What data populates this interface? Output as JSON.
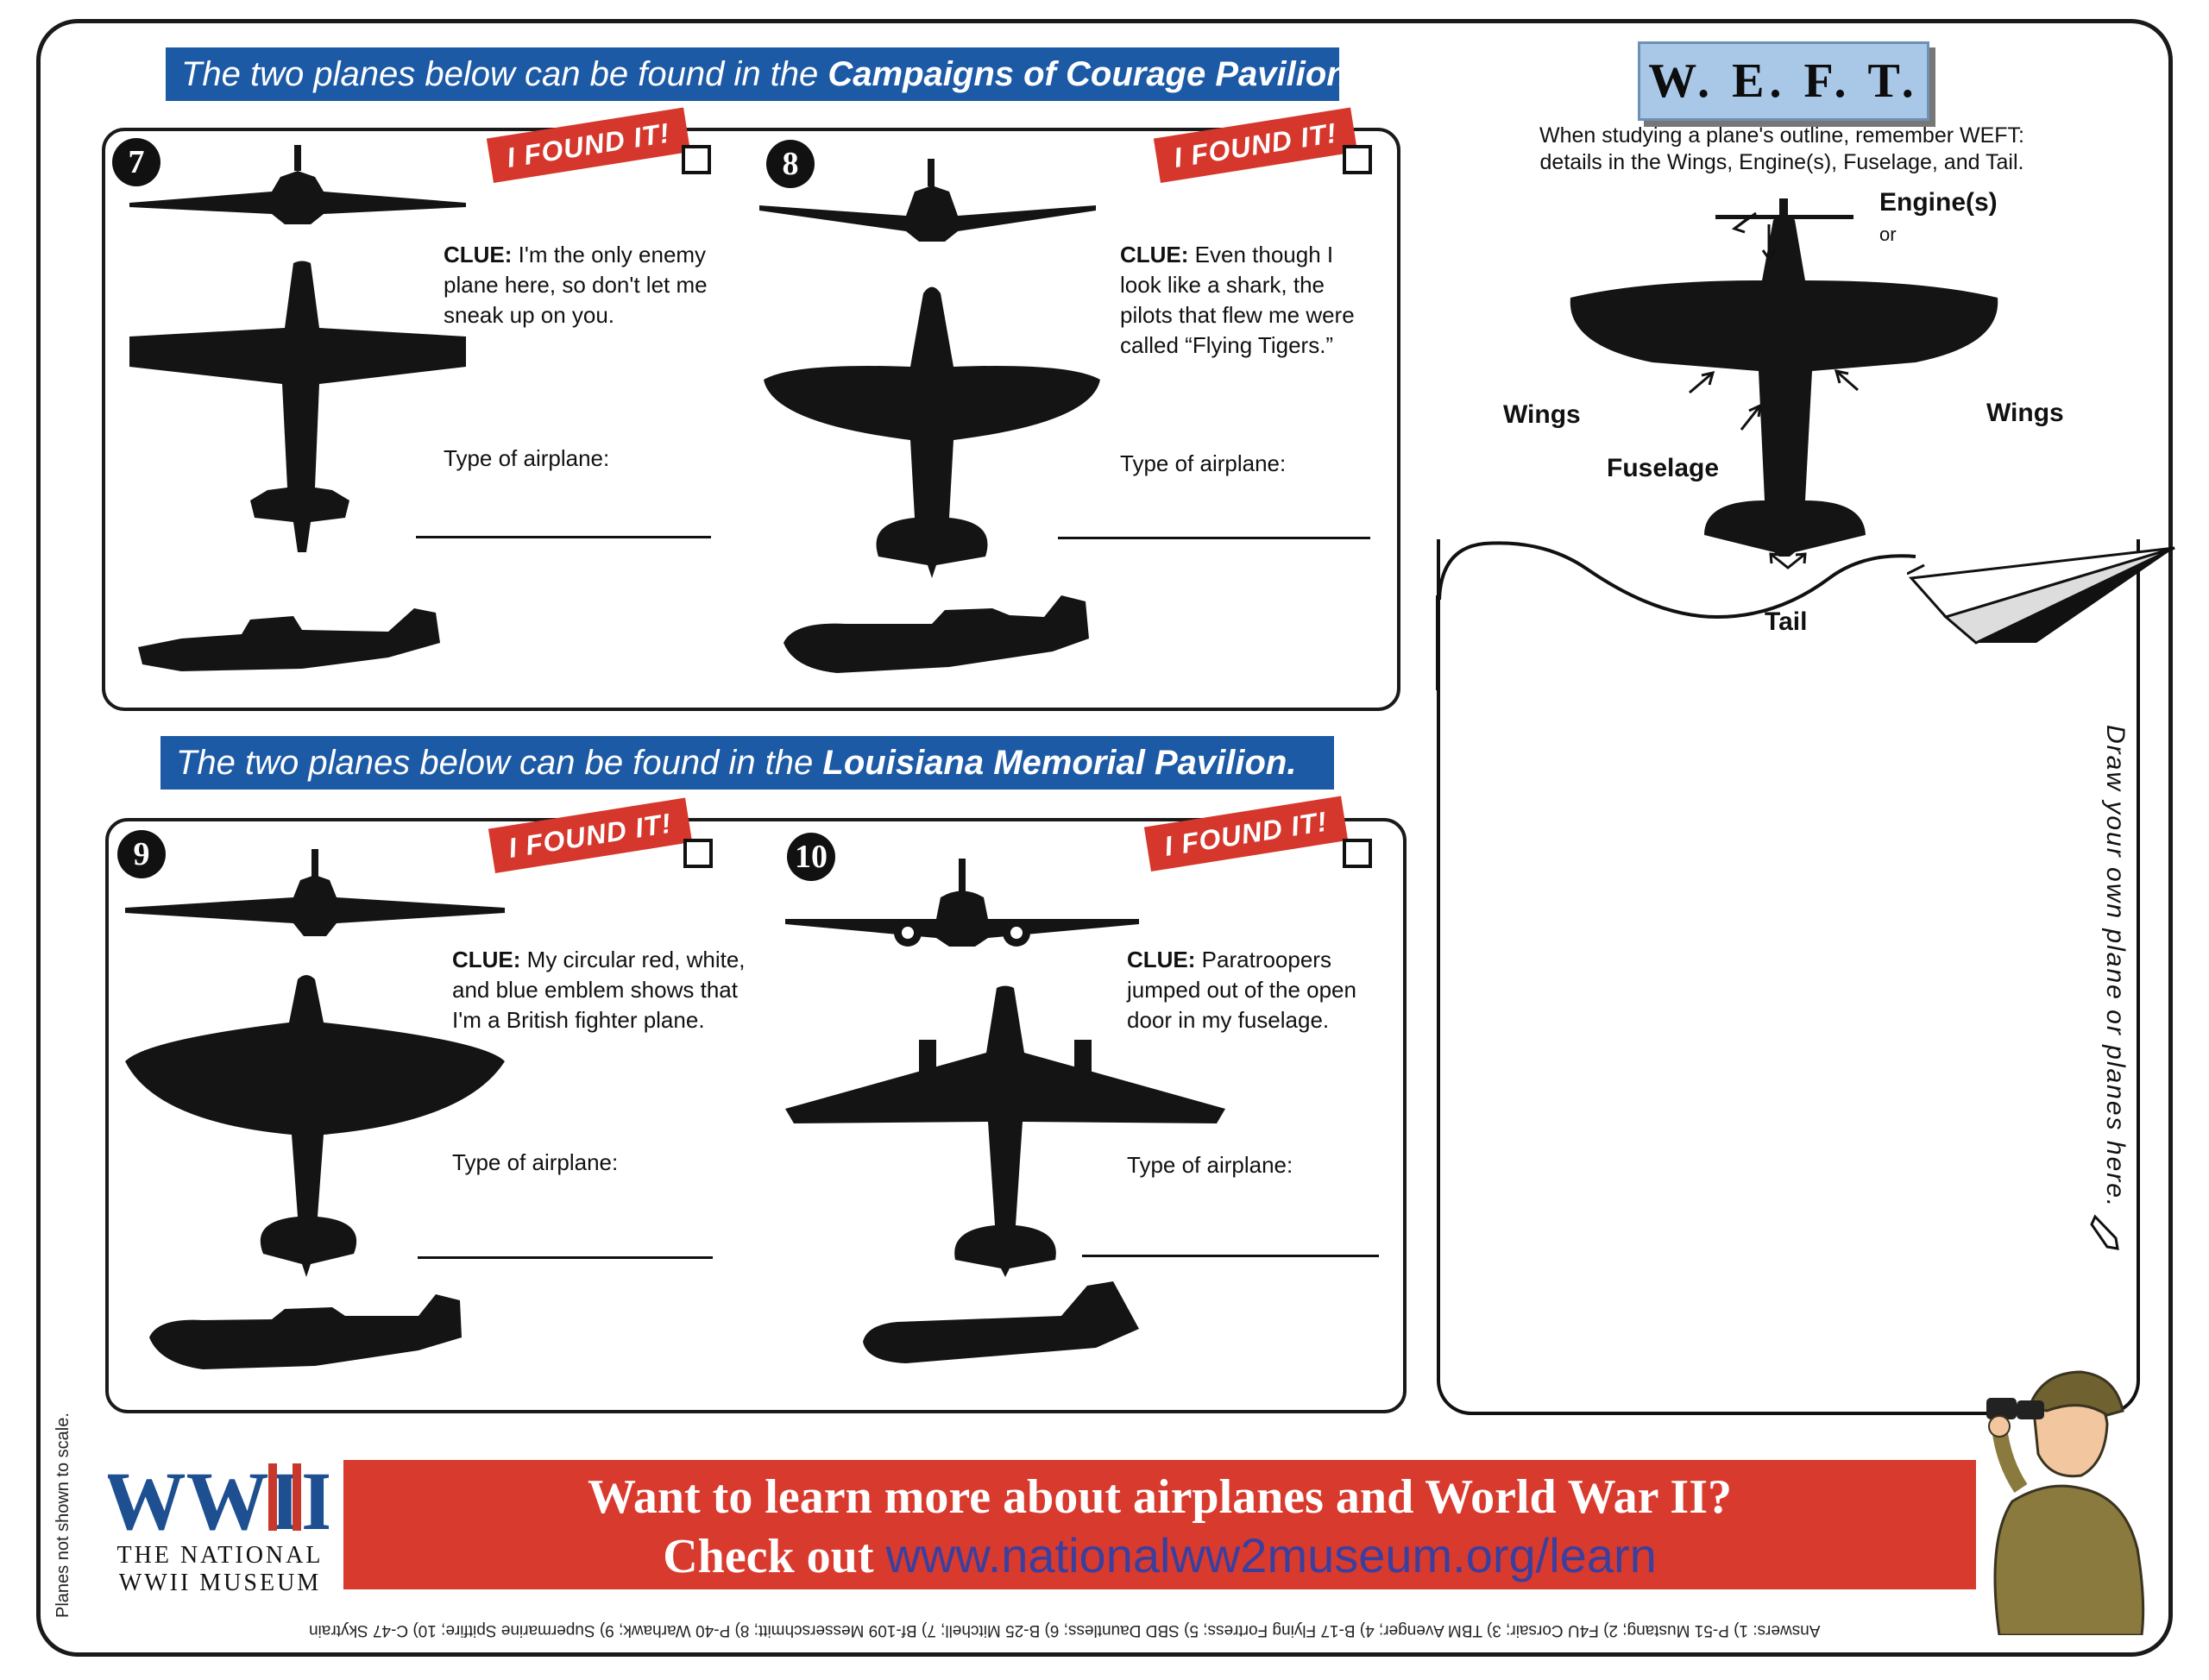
{
  "section1": {
    "banner_prefix": "The two planes below can be found in the ",
    "banner_place": "Campaigns of Courage Pavilion."
  },
  "section2": {
    "banner_prefix": "The two planes below can be found in the ",
    "banner_place": "Louisiana Memorial Pavilion."
  },
  "found_label": "I FOUND IT!",
  "clue_label": "CLUE:",
  "type_label": "Type of airplane:",
  "planes": [
    {
      "number": "7",
      "clue": " I'm the only enemy plane here, so don't let me sneak up on you."
    },
    {
      "number": "8",
      "clue": " Even though I look like a shark, the pilots that flew me were called “Flying Tigers.”"
    },
    {
      "number": "9",
      "clue": " My circular red, white, and blue emblem shows that I'm a British fighter plane."
    },
    {
      "number": "10",
      "clue": " Paratroopers jumped out of the open door in my fuselage."
    }
  ],
  "weft": {
    "title": "W. E. F. T.",
    "desc_line1": "When studying a plane's outline, remember WEFT:",
    "desc_line2": "details in the Wings, Engine(s), Fuselage, and Tail.",
    "engine_label": "Engine(s)",
    "or_label": "or",
    "wings_left": "Wings",
    "wings_right": "Wings",
    "fuselage_label": "Fuselage",
    "tail_label": "Tail"
  },
  "draw_prompt": "Draw your own plane or planes here.",
  "footer": {
    "line1": "Want to learn more about airplanes and World War II?",
    "line2_prefix": "Check out ",
    "url": "www.nationalww2museum.org/learn"
  },
  "logo": {
    "mark": "WWII",
    "line1": "THE NATIONAL",
    "line2": "WWII MUSEUM"
  },
  "scale_note": "Planes not shown to scale.",
  "answers": "Answers: 1) P-51 Mustang; 2) F4U Corsair; 3) TBM Avenger; 4) B-17 Flying Fortress; 5) SBD Dauntless; 6) B-25 Mitchell; 7) Bf-109 Messerschmitt; 8) P-40 Warhawk; 9) Supermarine Spitfire; 10) C-47 Skytrain",
  "colors": {
    "banner_blue": "#1c5aa6",
    "found_red": "#d6372c",
    "footer_red": "#d93a2e",
    "url_blue": "#3a3f9e",
    "weft_blue": "#a9c8e8"
  }
}
